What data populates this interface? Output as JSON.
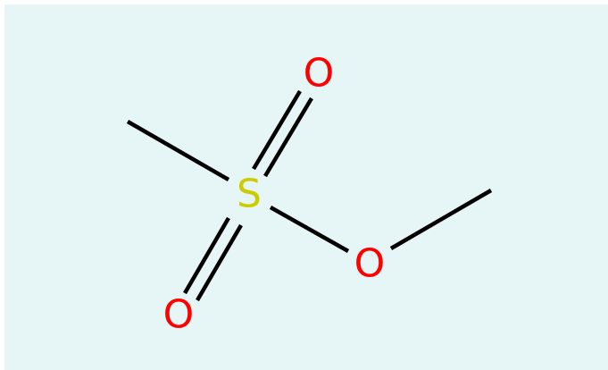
{
  "molecule": {
    "atoms": {
      "sulfur": {
        "symbol": "S",
        "color": "#cccc00"
      },
      "oxygen_top": {
        "symbol": "O",
        "color": "#ff0000"
      },
      "oxygen_bottom": {
        "symbol": "O",
        "color": "#ff0000"
      },
      "oxygen_ester": {
        "symbol": "O",
        "color": "#ff0000"
      }
    },
    "colors": {
      "background": "#e6f5f5",
      "bond": "#000000"
    }
  }
}
